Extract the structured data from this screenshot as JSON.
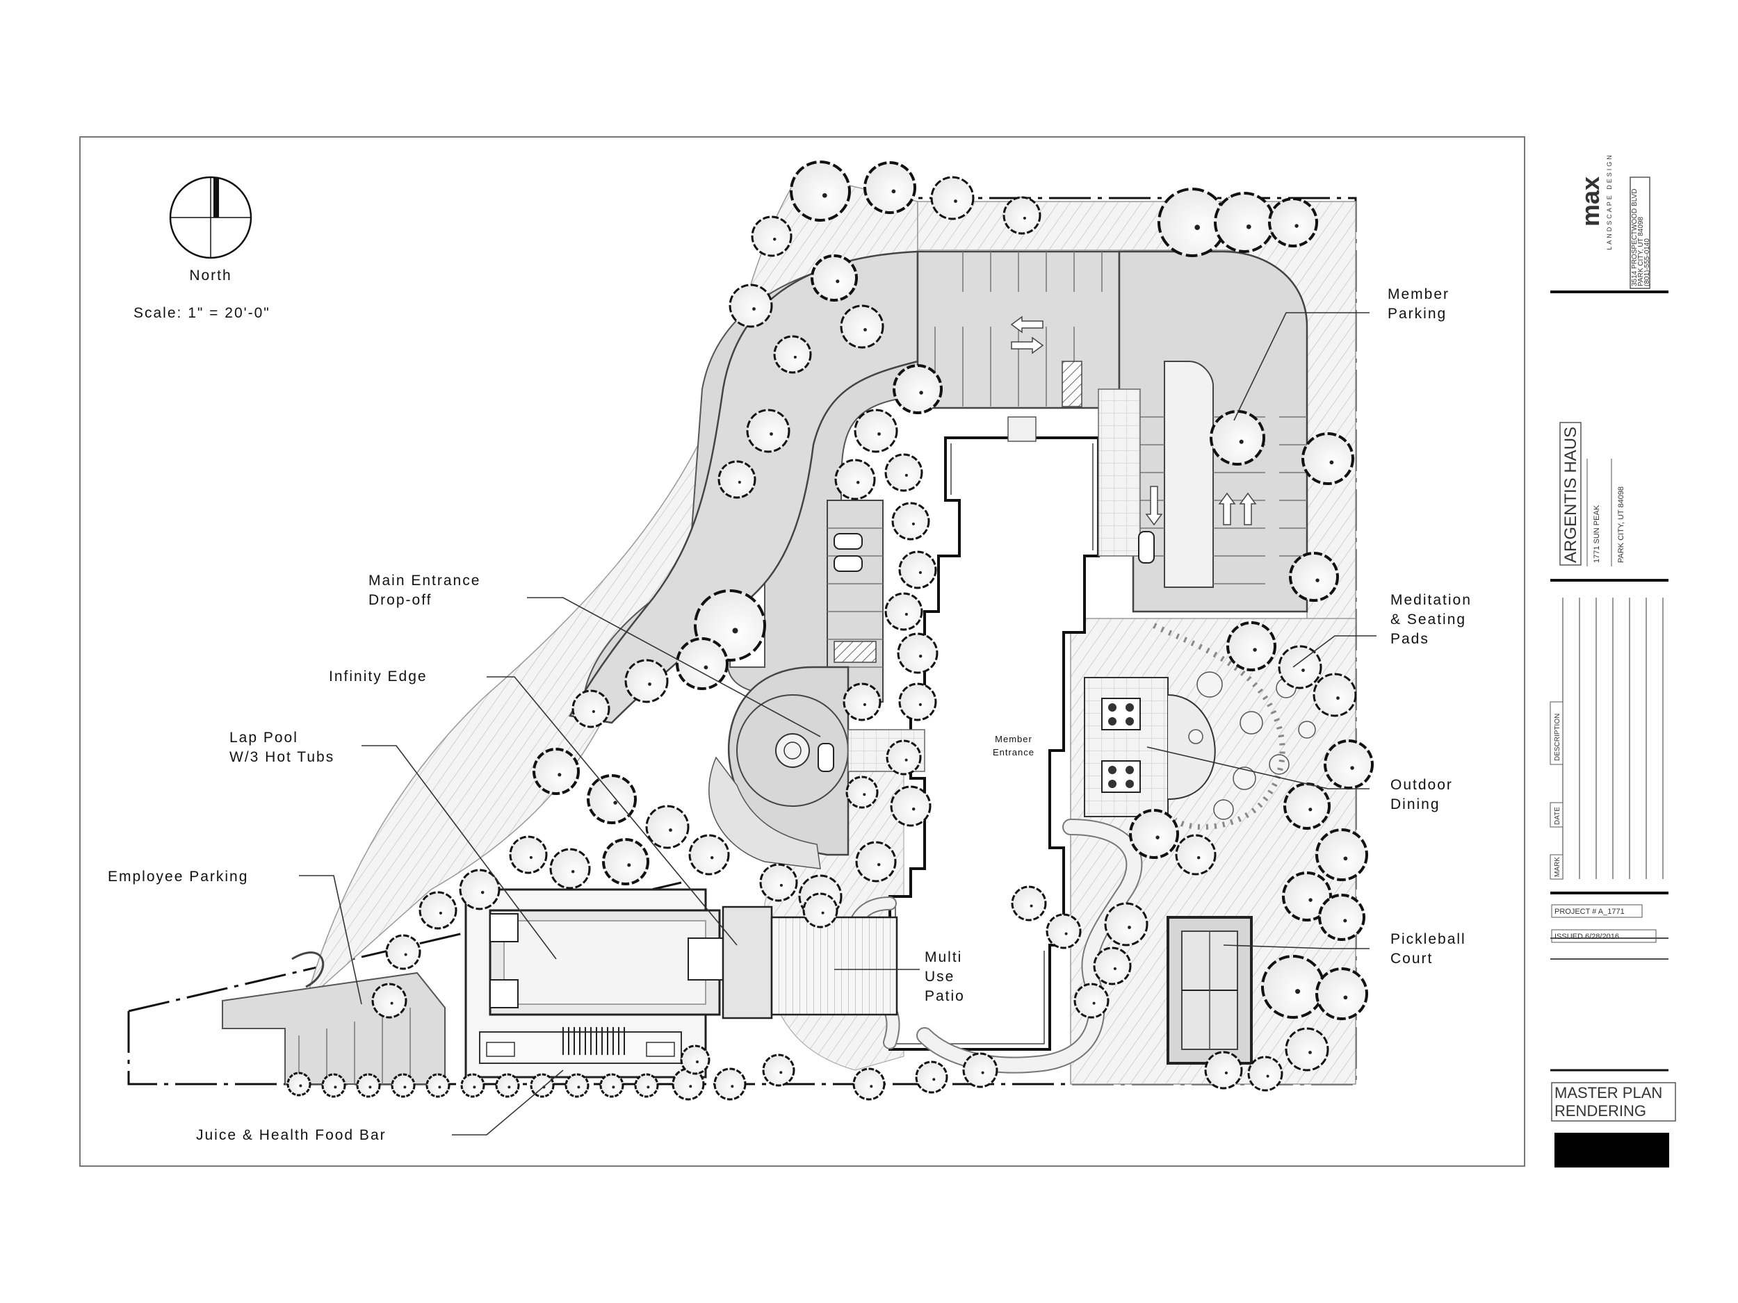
{
  "north_label": "North",
  "scale_text": "Scale:   1\" = 20'-0\"",
  "labels": {
    "member_parking": [
      "Member",
      "Parking"
    ],
    "main_entrance": [
      "Main Entrance",
      "Drop-off"
    ],
    "infinity_edge": [
      "Infinity Edge"
    ],
    "lap_pool": [
      "Lap Pool",
      "W/3 Hot Tubs"
    ],
    "employee_parking": [
      "Employee Parking"
    ],
    "juice_bar": [
      "Juice & Health Food Bar"
    ],
    "meditation": [
      "Meditation",
      "& Seating",
      "Pads"
    ],
    "outdoor_dining": [
      "Outdoor",
      "Dining"
    ],
    "pickleball": [
      "Pickleball",
      "Court"
    ],
    "multi_use": [
      "Multi",
      "Use",
      "Patio"
    ],
    "member_entrance": [
      "Member",
      "Entrance"
    ]
  },
  "title_block": {
    "firm_name": "max",
    "firm_sub": "LANDSCAPE DESIGN",
    "firm_address": [
      "3514 PROSPECTWOOD BLVD",
      "PARK CITY, UT 84098",
      "(801)-555-0140"
    ],
    "project_name": "ARGENTIS HAUS",
    "project_address": [
      "1771 SUN PEAK",
      "PARK CITY, UT 84098"
    ],
    "rev_headers": [
      "MARK",
      "DATE",
      "DESCRIPTION"
    ],
    "project_no": "PROJECT #   A_1771",
    "issued": "ISSUED 6/28/2016",
    "sheet_title": [
      "MASTER PLAN",
      "RENDERING"
    ]
  }
}
